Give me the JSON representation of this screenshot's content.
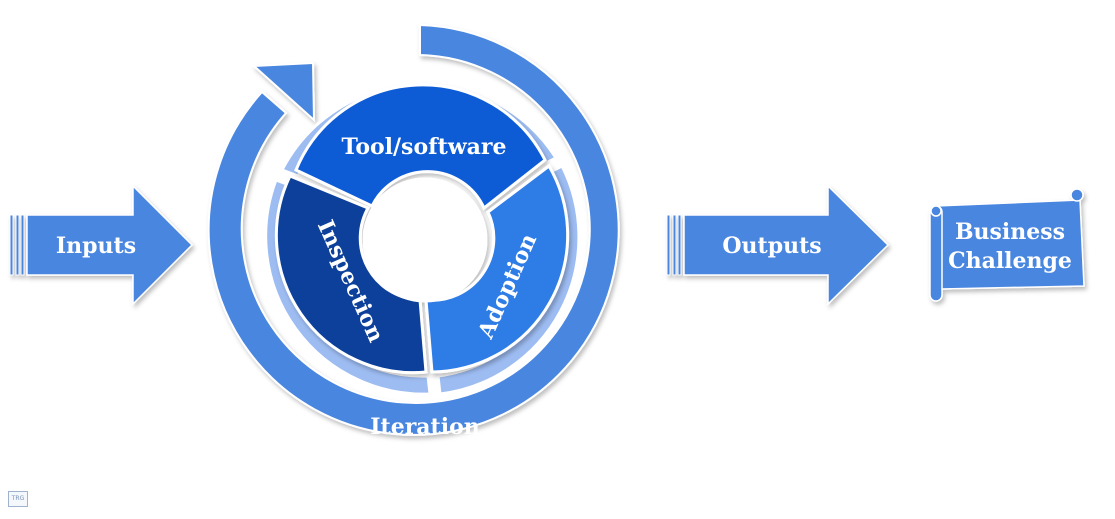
{
  "diagram": {
    "input_label": "Inputs",
    "output_label": "Outputs",
    "challenge_line1": "Business",
    "challenge_line2": "Challenge",
    "segments": {
      "tool": "Tool/software",
      "inspection": "Inspection",
      "adoption": "Adoption"
    },
    "loop_label": "Iteration",
    "corner_mark": "TRG"
  },
  "colors": {
    "arrow": "#4a86e0",
    "ring_outer": "#4a86e0",
    "ring_light": "#9dbcf2",
    "tool": "#0e5bd6",
    "inspection": "#0b3f9a",
    "adoption": "#2f7be6"
  }
}
